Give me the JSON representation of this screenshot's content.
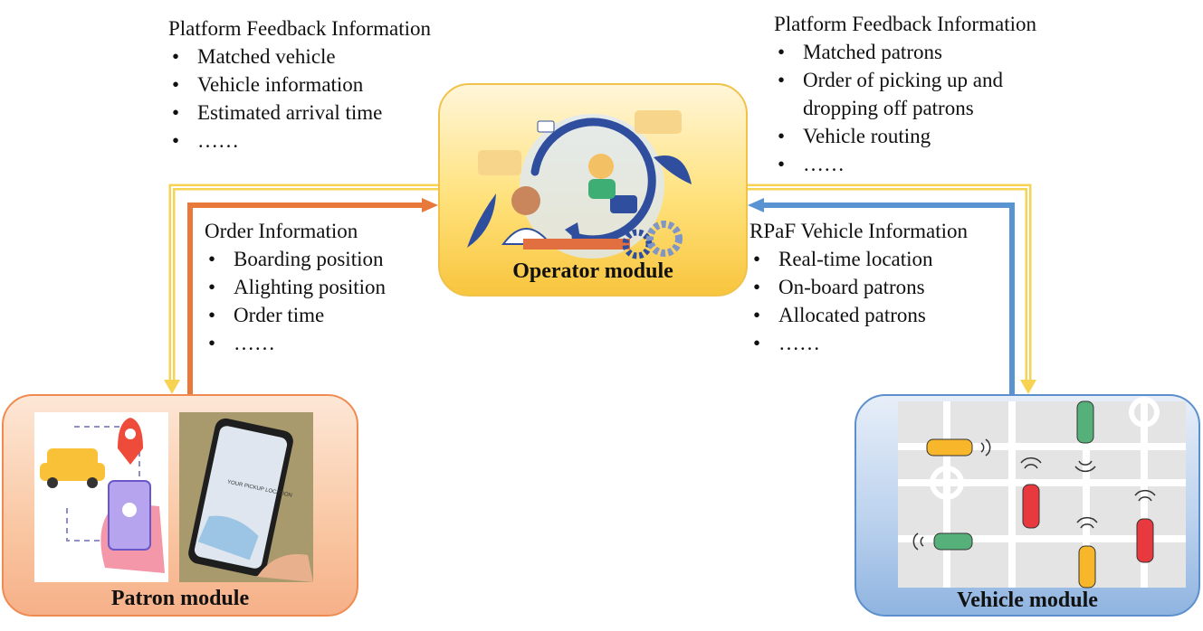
{
  "operator": {
    "label": "Operator module",
    "icons": [
      "customer-service-agent-illustration",
      "chat-bubbles",
      "gear-icons"
    ]
  },
  "patron": {
    "label": "Patron module",
    "icons": [
      "taxi-icon",
      "location-pin-icon",
      "phone-in-hand-icon",
      "map-on-phone-photo"
    ],
    "phone_text": [
      "YOUR PICKUP LOCATION"
    ]
  },
  "vehicle": {
    "label": "Vehicle module",
    "icons": [
      "street-grid-map",
      "car-icon",
      "wifi-signal-icon"
    ]
  },
  "feedback_to_patron": {
    "title": "Platform Feedback Information",
    "items": [
      "Matched vehicle",
      "Vehicle information",
      "Estimated arrival time",
      "……"
    ]
  },
  "feedback_to_vehicle": {
    "title": "Platform Feedback Information",
    "items": [
      "Matched patrons",
      "Order of picking up and",
      "dropping off patrons",
      "Vehicle routing",
      "……"
    ]
  },
  "order_info": {
    "title": "Order Information",
    "items": [
      "Boarding position",
      "Alighting position",
      "Order time",
      "……"
    ]
  },
  "vehicle_info": {
    "title": "RPaF Vehicle Information",
    "items": [
      "Real-time location",
      "On-board patrons",
      "Allocated patrons",
      "……"
    ]
  },
  "colors": {
    "order_arrow": "#e8793a",
    "vehicle_arrow": "#5a93d1",
    "feedback_arrow": "#f7d353",
    "operator_fill": "#ffe17a",
    "patron_fill": "#f9c7a3",
    "vehicle_fill": "#bdd3ee"
  }
}
